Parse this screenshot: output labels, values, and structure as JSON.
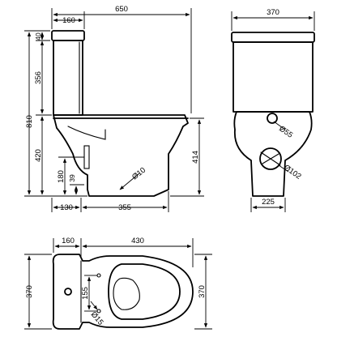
{
  "dimensions": {
    "front": {
      "overall_width": "650",
      "cistern_depth": "160",
      "overall_height": "810",
      "cistern_lid": "40",
      "cistern_height": "356",
      "seat_height": "420",
      "outlet_height": "180",
      "outlet_dia_height": "39",
      "outlet_offset": "130",
      "pan_depth": "355",
      "seat_top_height": "414",
      "fixing_dia": "Ø10"
    },
    "side": {
      "width": "370",
      "inlet_dia": "Ø55",
      "outlet_dia": "Ø102",
      "base_width": "225"
    },
    "plan": {
      "cistern_depth": "160",
      "pan_length": "430",
      "width_left": "370",
      "width_right": "370",
      "hole_spacing": "155",
      "hole_dia": "Ø15"
    }
  }
}
